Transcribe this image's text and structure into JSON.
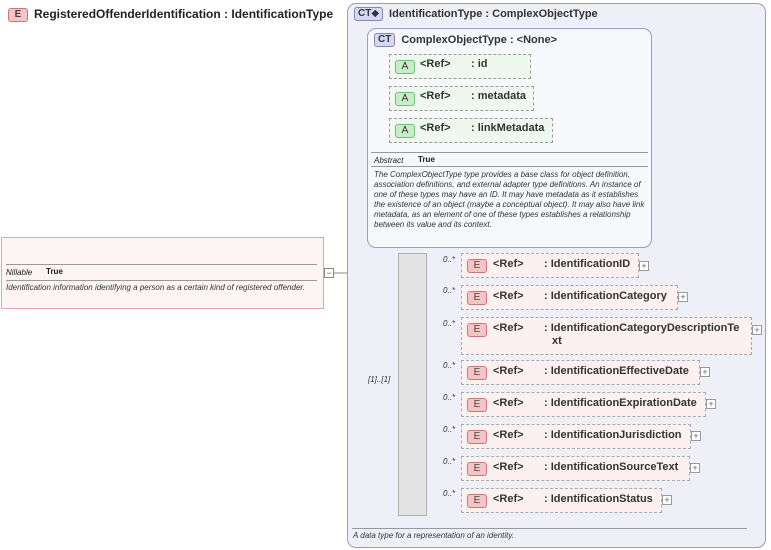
{
  "root": {
    "badge": "E",
    "title": "RegisteredOffenderIdentification : IdentificationType",
    "nillable_label": "Nillable",
    "nillable_value": "True",
    "description": "Identification information identifying a person as a certain kind of registered offender."
  },
  "complex_type": {
    "badge": "CT",
    "title": "IdentificationType : ComplexObjectType",
    "footer": "A data type for a representation of an identity."
  },
  "base_type": {
    "badge": "CT",
    "title": "ComplexObjectType : <None>",
    "attributes": [
      {
        "badge": "A",
        "ref": "<Ref>",
        "name": ": id"
      },
      {
        "badge": "A",
        "ref": "<Ref>",
        "name": ": metadata"
      },
      {
        "badge": "A",
        "ref": "<Ref>",
        "name": ": linkMetadata"
      }
    ],
    "abstract_label": "Abstract",
    "abstract_value": "True",
    "description": "The ComplexObjectType type provides a base class for object definition, association definitions, and external adapter type definitions. An instance of one of these types may have an ID. It may have metadata as it establishes the existence of an object (maybe a conceptual object). It may also have link metadata, as an element of one of these types establishes a relationship between its value and its context."
  },
  "sequence": {
    "occurrence": "[1]..[1]",
    "icon": "sequence-icon",
    "elements": [
      {
        "occ": "0..*",
        "badge": "E",
        "ref": "<Ref>",
        "name": ": IdentificationID"
      },
      {
        "occ": "0..*",
        "badge": "E",
        "ref": "<Ref>",
        "name": ": IdentificationCategory"
      },
      {
        "occ": "0..*",
        "badge": "E",
        "ref": "<Ref>",
        "name": ": IdentificationCategoryDescriptionTe",
        "name2": "xt"
      },
      {
        "occ": "0..*",
        "badge": "E",
        "ref": "<Ref>",
        "name": ": IdentificationEffectiveDate"
      },
      {
        "occ": "0..*",
        "badge": "E",
        "ref": "<Ref>",
        "name": ": IdentificationExpirationDate"
      },
      {
        "occ": "0..*",
        "badge": "E",
        "ref": "<Ref>",
        "name": ": IdentificationJurisdiction"
      },
      {
        "occ": "0..*",
        "badge": "E",
        "ref": "<Ref>",
        "name": ": IdentificationSourceText"
      },
      {
        "occ": "0..*",
        "badge": "E",
        "ref": "<Ref>",
        "name": ": IdentificationStatus"
      }
    ]
  },
  "expand_symbol": "+",
  "collapse_symbol": "−",
  "colors": {
    "element": "#fdf0f0",
    "attribute": "#eef8ee",
    "complex_type": "#eff0f7"
  }
}
